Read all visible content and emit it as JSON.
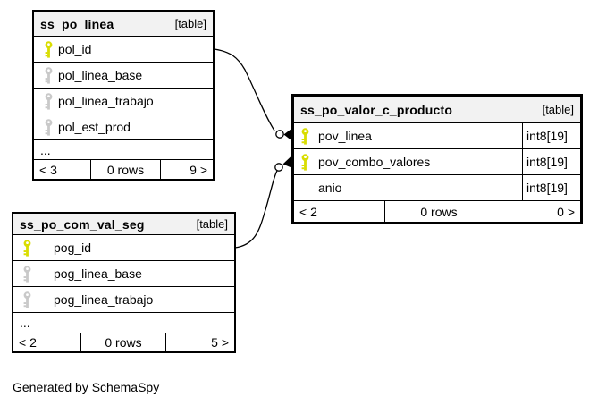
{
  "colors": {
    "primary_key_icon": "#d9dd00",
    "indexed_key_icon": "#c9c9c9",
    "table_header_bg": "#f2f2f2",
    "line": "#000000"
  },
  "tables": [
    {
      "name": "ss_po_linea",
      "badge": "[table]",
      "columns": [
        {
          "name": "pol_id",
          "key": "primary"
        },
        {
          "name": "pol_linea_base",
          "key": "indexed"
        },
        {
          "name": "pol_linea_trabajo",
          "key": "indexed"
        },
        {
          "name": "pol_est_prod",
          "key": "indexed"
        }
      ],
      "more_label": "...",
      "stats": {
        "prev": "< 3",
        "rows": "0 rows",
        "next": "9 >"
      }
    },
    {
      "name": "ss_po_valor_c_producto",
      "badge": "[table]",
      "columns": [
        {
          "name": "pov_linea",
          "key": "primary",
          "type": "int8[19]"
        },
        {
          "name": "pov_combo_valores",
          "key": "primary",
          "type": "int8[19]"
        },
        {
          "name": "anio",
          "key": "none",
          "type": "int8[19]"
        }
      ],
      "stats": {
        "prev": "< 2",
        "rows": "0 rows",
        "next": "0 >"
      }
    },
    {
      "name": "ss_po_com_val_seg",
      "badge": "[table]",
      "columns": [
        {
          "name": "pog_id",
          "key": "primary"
        },
        {
          "name": "pog_linea_base",
          "key": "indexed"
        },
        {
          "name": "pog_linea_trabajo",
          "key": "indexed"
        }
      ],
      "more_label": "...",
      "stats": {
        "prev": "< 2",
        "rows": "0 rows",
        "next": "5 >"
      }
    }
  ],
  "relationships": [
    {
      "from": "ss_po_linea.pol_id",
      "to": "ss_po_valor_c_producto.pov_linea"
    },
    {
      "from": "ss_po_com_val_seg.pog_id",
      "to": "ss_po_valor_c_producto.pov_combo_valores"
    }
  ],
  "footer_note": "Generated by SchemaSpy"
}
